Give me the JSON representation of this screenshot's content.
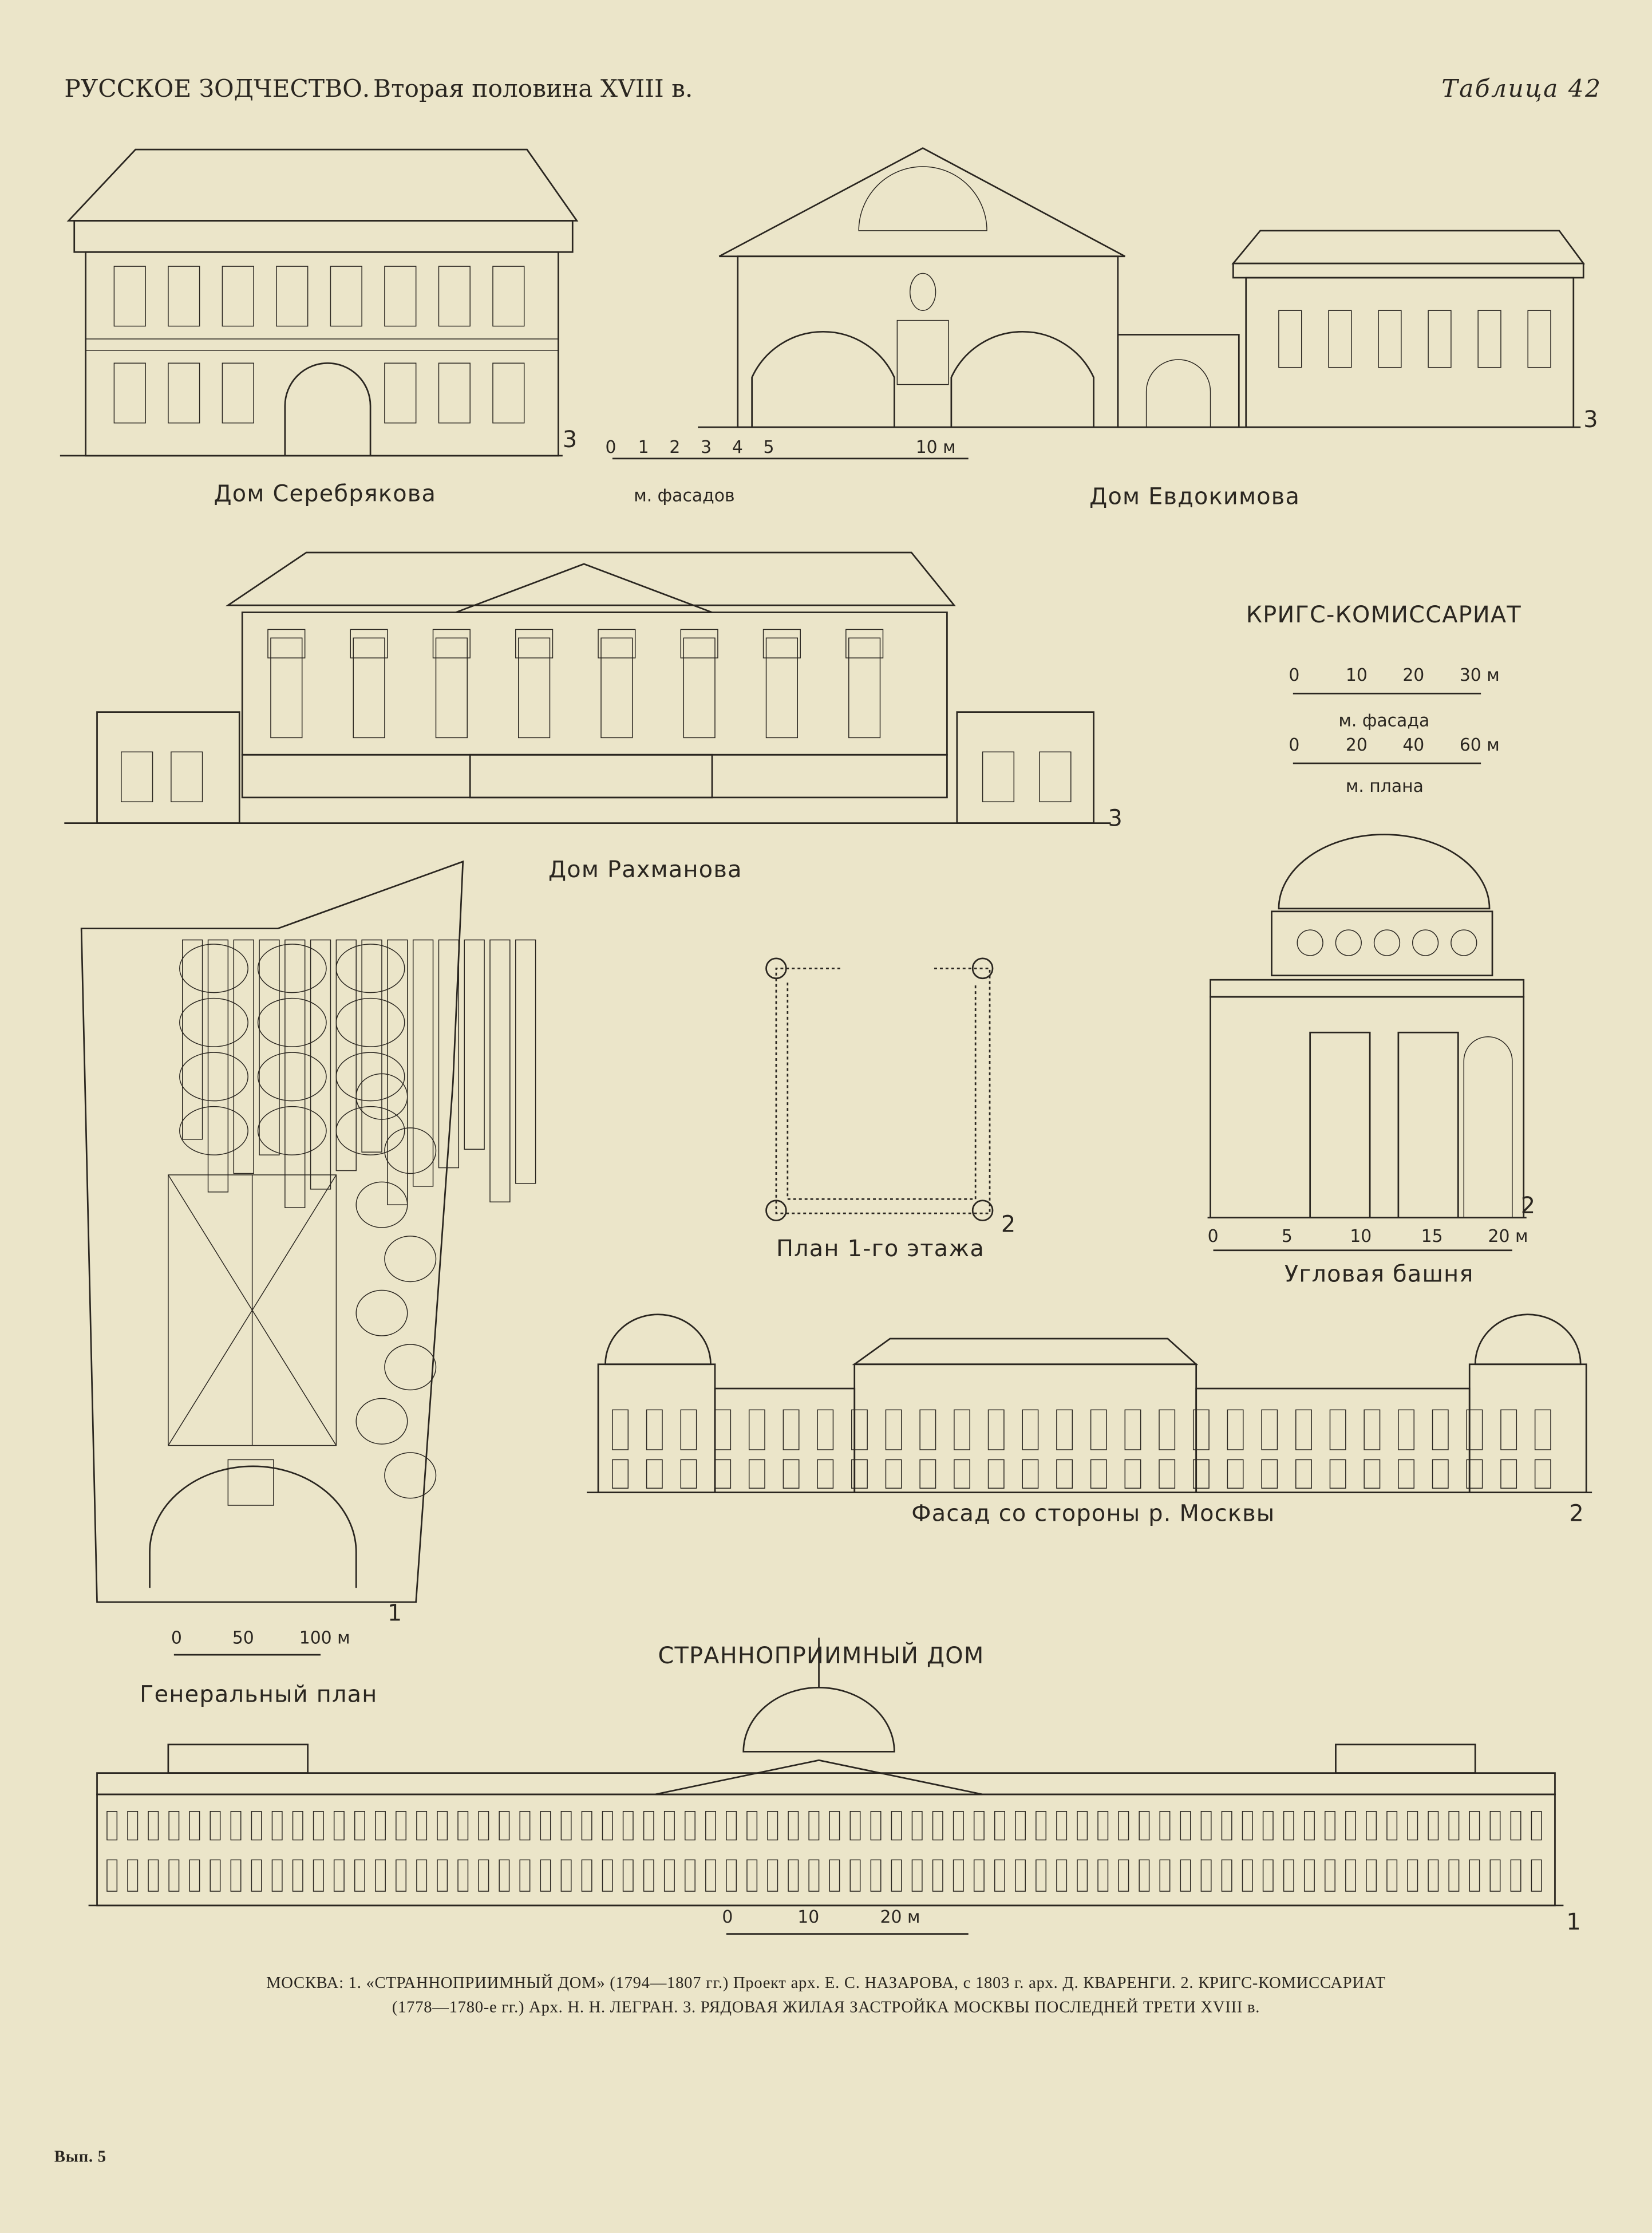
{
  "header": {
    "title": "РУССКОЕ ЗОДЧЕСТВО.",
    "subtitle": "Вторая половина XVIII в.",
    "plate": "Таблица 42"
  },
  "drawings": {
    "serebryakov": {
      "label": "Дом Серебрякова",
      "number": "3"
    },
    "evdokimov": {
      "label": "Дом Евдокимова",
      "number": "3"
    },
    "facade_scale": {
      "ticks": [
        "0",
        "1",
        "2",
        "3",
        "4",
        "5",
        "10 м"
      ],
      "label": "м. фасадов"
    },
    "rakhmanov": {
      "label": "Дом Рахманова",
      "number": "3"
    },
    "krigs": {
      "title": "КРИГС-КОМИССАРИАТ",
      "facade_scale": {
        "ticks": [
          "0",
          "10",
          "20",
          "30 м"
        ],
        "label": "м. фасада"
      },
      "plan_scale": {
        "ticks": [
          "0",
          "20",
          "40",
          "60 м"
        ],
        "label": "м. плана"
      }
    },
    "general_plan": {
      "label": "Генеральный план",
      "number": "1",
      "scale": [
        "0",
        "50",
        "100 м"
      ]
    },
    "floor_plan": {
      "label": "План 1-го этажа",
      "number": "2"
    },
    "tower": {
      "label": "Угловая башня",
      "number": "2",
      "scale": [
        "0",
        "5",
        "10",
        "15",
        "20 м"
      ]
    },
    "river_facade": {
      "label": "Фасад со стороны р. Москвы",
      "number": "2"
    },
    "strannopriimny": {
      "title": "СТРАННОПРИИМНЫЙ ДОМ",
      "number": "1",
      "scale": [
        "0",
        "10",
        "20 м"
      ]
    }
  },
  "caption": {
    "line1": "МОСКВА:  1. «СТРАННОПРИИМНЫЙ ДОМ» (1794—1807 гг.) Проект арх. Е. С. НАЗАРОВА, с 1803 г. арх. Д. КВАРЕНГИ. 2. КРИГС-КОМИССАРИАТ",
    "line2": "(1778—1780-е гг.) Арх. Н. Н. ЛЕГРАН. 3. РЯДОВАЯ ЖИЛАЯ ЗАСТРОЙКА МОСКВЫ ПОСЛЕДНЕЙ ТРЕТИ XVIII в."
  },
  "footer": {
    "issue": "Вып. 5"
  }
}
